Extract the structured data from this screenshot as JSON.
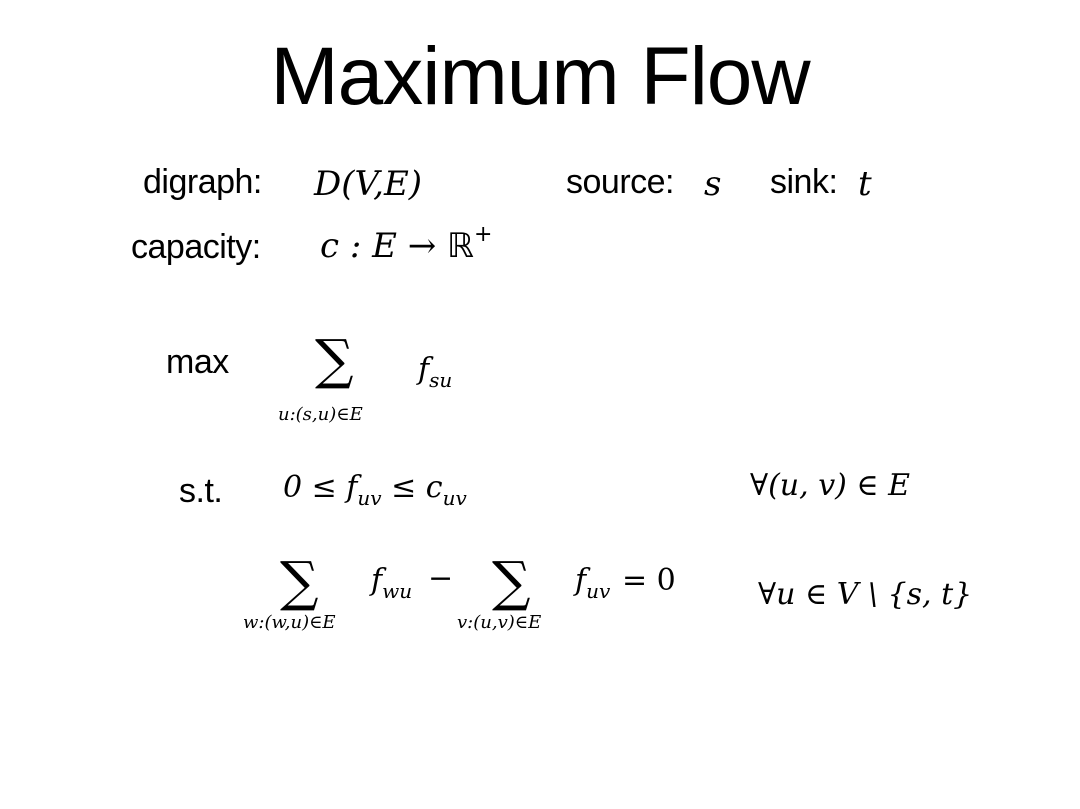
{
  "slide": {
    "title": "Maximum Flow",
    "row1": {
      "digraph_label": "digraph:",
      "digraph_expr": "D(V,E)",
      "source_label": "source:",
      "source_sym": "s",
      "sink_label": "sink:",
      "sink_sym": "t"
    },
    "row2": {
      "capacity_label": "capacity:",
      "capacity_expr": "c : E → ",
      "capacity_set": "ℝ",
      "capacity_sup": "+"
    },
    "objective": {
      "label": "max",
      "sigma": "∑",
      "index": "u:(s,u)∈E",
      "term": "f",
      "term_sub": "su"
    },
    "constraint1": {
      "label": "s.t.",
      "expr_a": "0 ≤ f",
      "expr_a_sub": "uv",
      "expr_b": " ≤ c",
      "expr_b_sub": "uv",
      "quant": "∀(u, v) ∈ E"
    },
    "constraint2": {
      "sigma1": "∑",
      "index1": "w:(w,u)∈E",
      "term1": "f",
      "term1_sub": "wu",
      "minus": "−",
      "sigma2": "∑",
      "index2": "v:(u,v)∈E",
      "term2": "f",
      "term2_sub": "uv",
      "equals": "= 0",
      "quant": "∀u ∈ V \\ {s, t}"
    }
  }
}
